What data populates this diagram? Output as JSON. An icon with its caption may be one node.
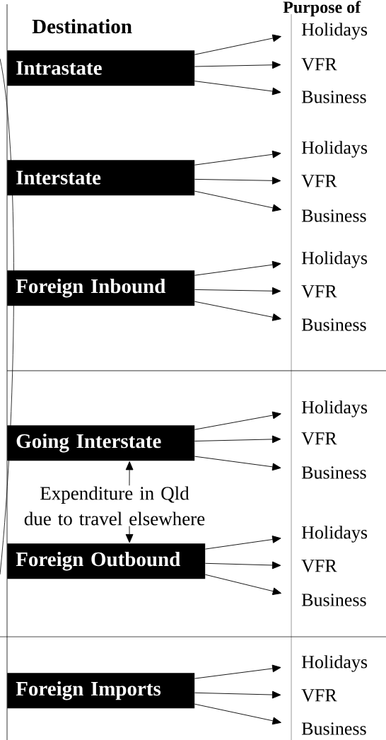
{
  "diagram": {
    "nodes": [
      {
        "text": [
          "Intrastate"
        ]
      },
      {
        "text": [
          "Holidays"
        ]
      },
      {
        "text": [
          "VFR"
        ]
      },
      {
        "text": [
          "Business"
        ]
      },
      {
        "text": [
          "Interstate"
        ]
      },
      {
        "text": [
          "Holidays"
        ]
      },
      {
        "text": [
          "VFR"
        ]
      },
      {
        "text": [
          "Business"
        ]
      },
      {
        "text": [
          "Foreign Inbound"
        ]
      },
      {
        "text": [
          "Holidays"
        ]
      },
      {
        "text": [
          "VFR"
        ]
      },
      {
        "text": [
          "Business"
        ]
      },
      {
        "text": [
          "Going Interstate"
        ]
      },
      {
        "text": [
          "Holidays"
        ]
      },
      {
        "text": [
          "VFR"
        ]
      },
      {
        "text": [
          "Business"
        ]
      },
      {
        "text": [
          "Expenditure in Qld due to travel elsewhere"
        ]
      },
      {
        "text": [
          "Foreign Outbound"
        ]
      },
      {
        "text": [
          "Holidays"
        ]
      },
      {
        "text": [
          "VFR"
        ]
      },
      {
        "text": [
          "Business"
        ]
      },
      {
        "text": [
          "Foreign Imports"
        ]
      },
      {
        "text": [
          "Holidays"
        ]
      },
      {
        "text": [
          "VFR"
        ]
      },
      {
        "text": [
          "Business"
        ]
      }
    ],
    "edges": [
      {
        "from": 0,
        "to": 1,
        "arrow": "to"
      },
      {
        "from": 0,
        "to": 2,
        "arrow": "to"
      },
      {
        "from": 0,
        "to": 3,
        "arrow": "to"
      },
      {
        "from": 4,
        "to": 5,
        "arrow": "to"
      },
      {
        "from": 4,
        "to": 6,
        "arrow": "to"
      },
      {
        "from": 4,
        "to": 7,
        "arrow": "to"
      },
      {
        "from": 8,
        "to": 9,
        "arrow": "to"
      },
      {
        "from": 8,
        "to": 10,
        "arrow": "to"
      },
      {
        "from": 8,
        "to": 11,
        "arrow": "to"
      },
      {
        "from": 12,
        "to": 13,
        "arrow": "to"
      },
      {
        "from": 12,
        "to": 14,
        "arrow": "to"
      },
      {
        "from": 12,
        "to": 15,
        "arrow": "to"
      },
      {
        "from": 16,
        "to": 12,
        "arrow": "to"
      },
      {
        "from": 16,
        "to": 17,
        "arrow": "to"
      },
      {
        "from": 17,
        "to": 18,
        "arrow": "to"
      },
      {
        "from": 17,
        "to": 19,
        "arrow": "to"
      },
      {
        "from": 17,
        "to": 20,
        "arrow": "to"
      },
      {
        "from": 21,
        "to": 22,
        "arrow": "to"
      },
      {
        "from": 21,
        "to": 23,
        "arrow": "to"
      },
      {
        "from": 21,
        "to": 24,
        "arrow": "to"
      }
    ],
    "labels": [
      "Purpose of",
      "Destination"
    ]
  }
}
